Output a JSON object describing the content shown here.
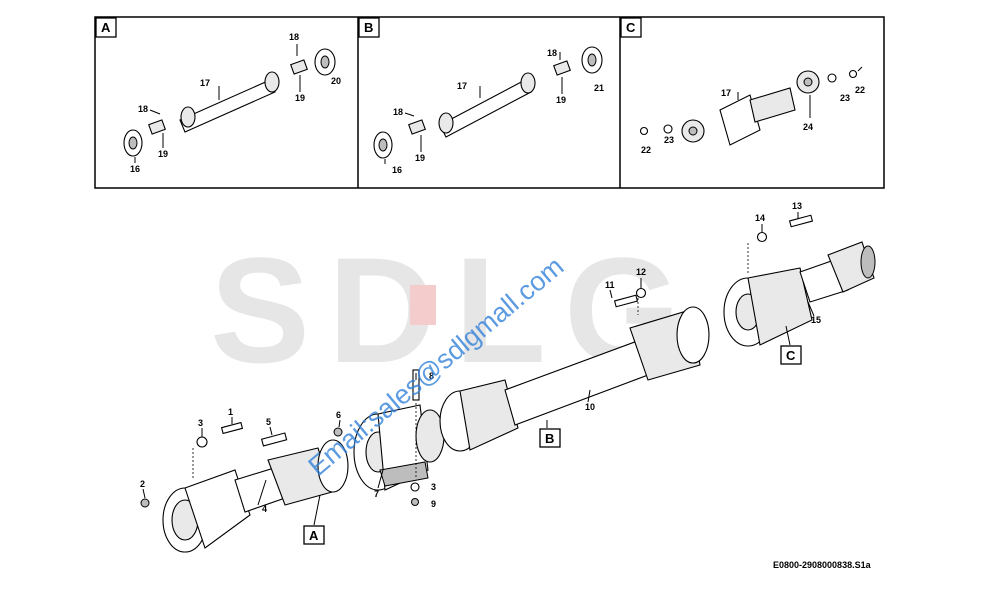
{
  "panels": [
    {
      "id": "A",
      "labels": [
        "17",
        "18",
        "19",
        "20",
        "18",
        "19",
        "16"
      ]
    },
    {
      "id": "B",
      "labels": [
        "18",
        "17",
        "19",
        "21",
        "18",
        "19",
        "16"
      ]
    },
    {
      "id": "C",
      "labels": [
        "17",
        "23",
        "22",
        "24",
        "22",
        "23"
      ]
    }
  ],
  "main_labels": [
    "1",
    "2",
    "3",
    "4",
    "5",
    "6",
    "7",
    "8",
    "3",
    "9",
    "10",
    "11",
    "12",
    "13",
    "14",
    "15"
  ],
  "section_tags": [
    "A",
    "B",
    "C"
  ],
  "logo_text": "SDLG",
  "watermark": "Email:sales@sdlgmall.com",
  "figure_code": "E0800-2908000838.S1a",
  "colors": {
    "logo": "#e6e6e6",
    "logo_accent": "#f4cccc",
    "watermark": "#2f7fd9"
  }
}
